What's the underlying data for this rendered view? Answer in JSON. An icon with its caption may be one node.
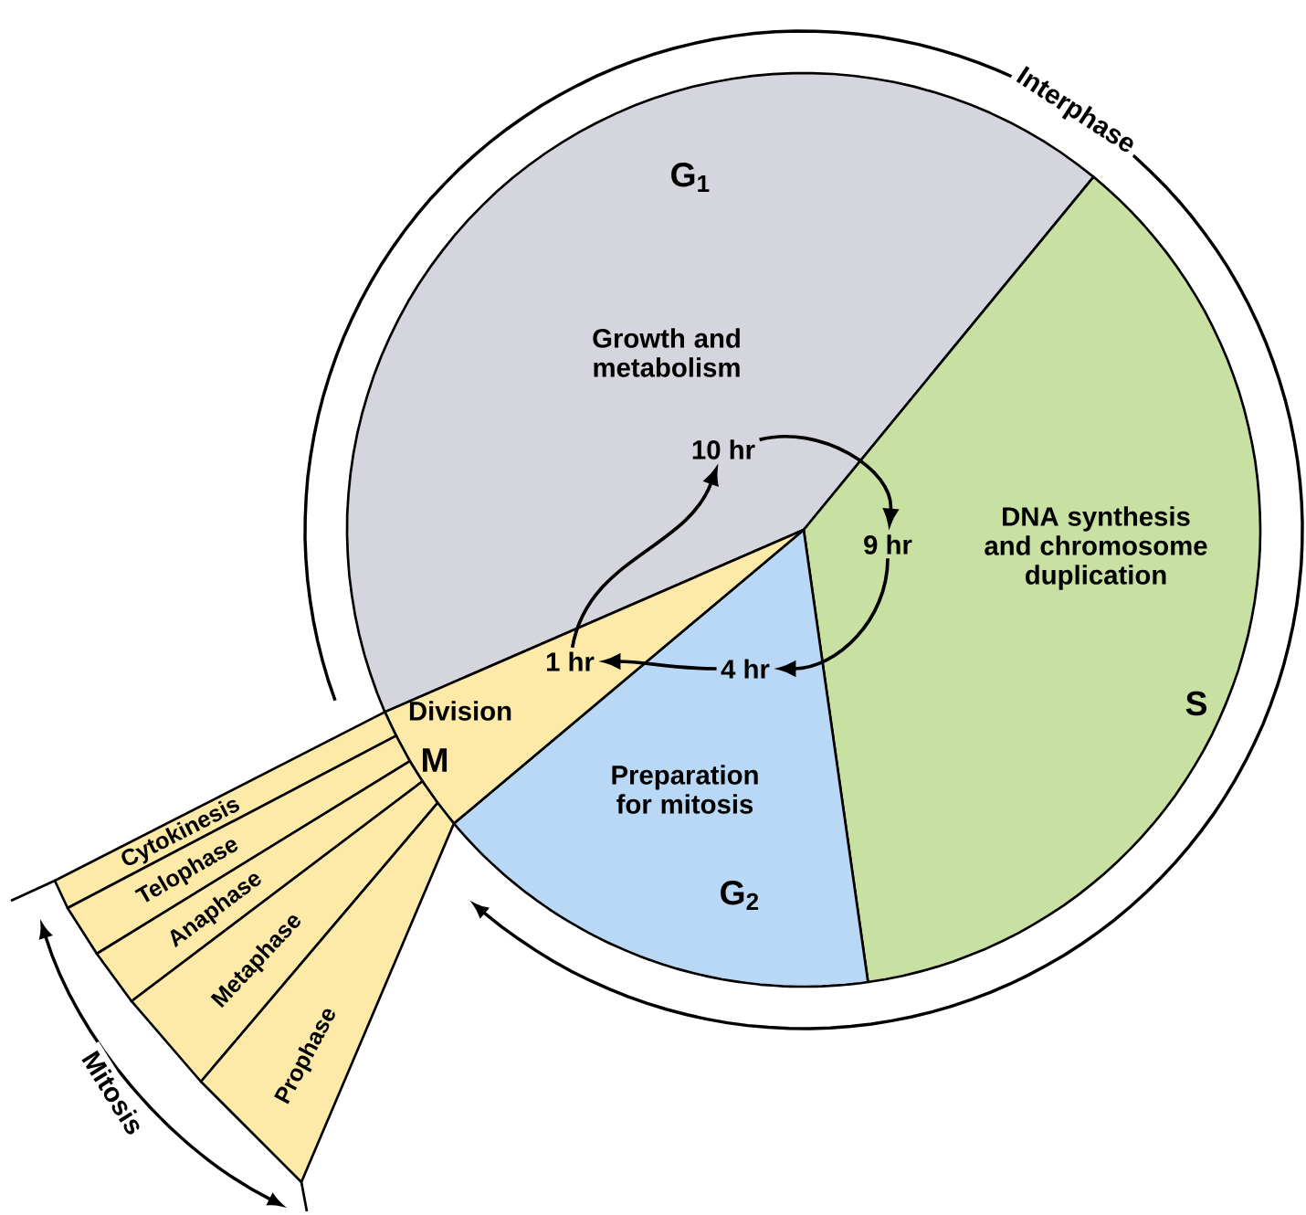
{
  "diagram": {
    "nodes": [
      {
        "text": [
          "G$_{1}$",
          "Growth and metabolism"
        ]
      },
      {
        "text": [
          "DNA synthesis and chromosome duplication",
          "S"
        ]
      },
      {
        "text": [
          "Preparation for mitosis",
          "G$_{2}$"
        ]
      },
      {
        "text": [
          "Division",
          "M"
        ]
      },
      {
        "text": [
          "Cytokinesis"
        ]
      },
      {
        "text": [
          "Telophase"
        ]
      },
      {
        "text": [
          "Anaphase"
        ]
      },
      {
        "text": [
          "Metaphase"
        ]
      },
      {
        "text": [
          "Prophase"
        ]
      },
      {
        "text": [
          "10 hr"
        ],
        "in": 0
      },
      {
        "text": [
          "9 hr"
        ],
        "in": 1
      },
      {
        "text": [
          "4 hr"
        ],
        "in": 2
      },
      {
        "text": [
          "1 hr"
        ],
        "in": 3
      }
    ],
    "edges": [
      {
        "from": 12,
        "to": 9,
        "arrow": "to"
      },
      {
        "from": 9,
        "to": 10,
        "arrow": "to"
      },
      {
        "from": 10,
        "to": 11,
        "arrow": "to"
      },
      {
        "from": 11,
        "to": 12,
        "arrow": "to"
      }
    ],
    "labels": [
      "Interphase",
      "Mitosis"
    ]
  }
}
